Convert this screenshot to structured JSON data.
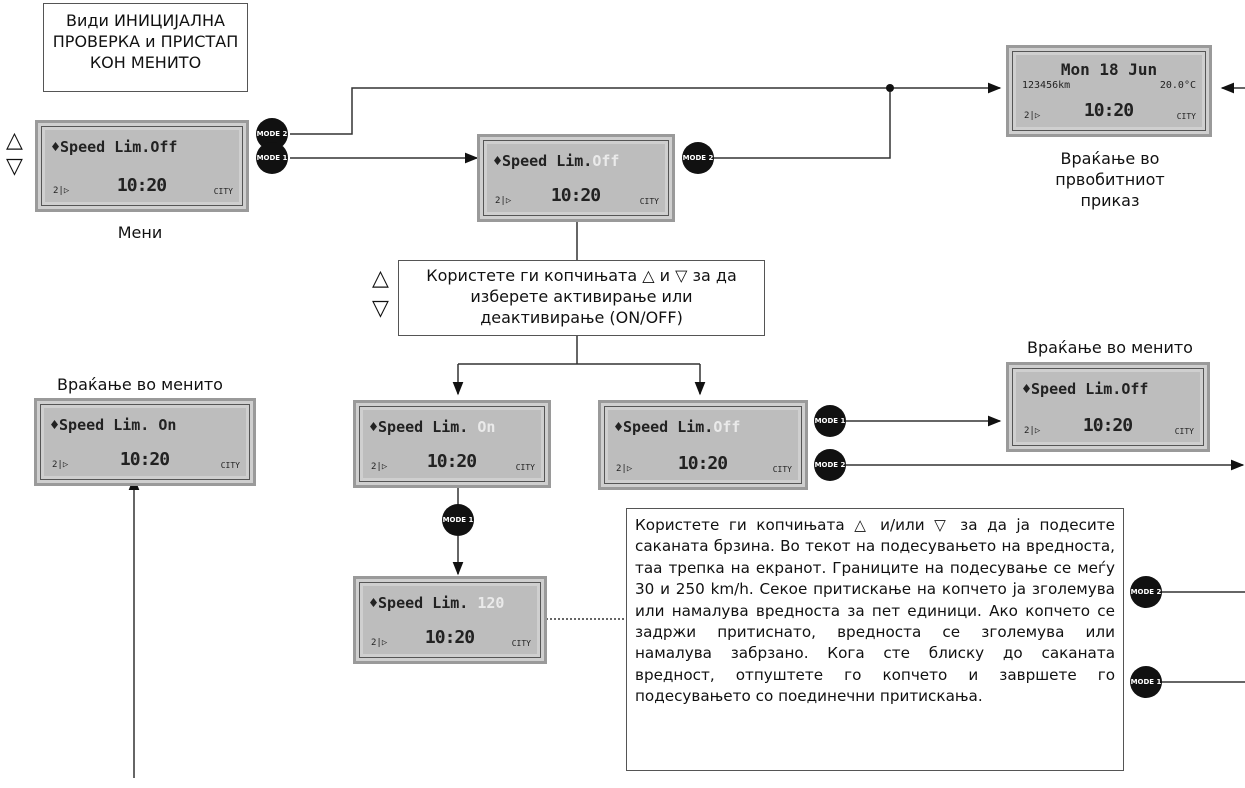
{
  "boxes": {
    "initial_check": "Види ИНИЦИЈАЛНА ПРОВЕРКА и ПРИСТАП КОН МЕНИТО",
    "use_buttons_onoff": "Користете ги копчињата △ и ▽ за да изберете активирање или деактивирање (ON/OFF)",
    "use_buttons_speed": "Користете ги копчињата △ и/или ▽ за да ја подесите саканата брзина. Во текот на подесувањето на вредноста, таа трепка на екранот. Границите на подесување се меѓу 30 и 250 km/h. Секое притискање на копчето ја зголемува или намалува вредноста за пет единици. Ако копчето се задржи притиснато, вредноста се зголемува или намалува забрзано. Кога сте блиску до саканата вредност, отпуштете го копчето и завршете го подесувањето со поединечни притискања."
  },
  "labels": {
    "menu": "Мени",
    "return_original": "Враќање во првобитниот приказ",
    "return_menu_right": "Враќање во менито",
    "return_menu_left": "Враќање во менито"
  },
  "displays": {
    "menu_off": {
      "label": "♦Speed Lim.",
      "value": "Off",
      "gear": "2|▷",
      "time": "10:20",
      "mode": "CITY"
    },
    "blink_off": {
      "label": "♦Speed Lim.",
      "value": "Off",
      "gear": "2|▷",
      "time": "10:20",
      "mode": "CITY"
    },
    "main": {
      "date": "Mon 18 Jun",
      "odo": "123456km",
      "temp": "20.0°C",
      "gear": "2|▷",
      "time": "10:20",
      "mode": "CITY"
    },
    "return_off": {
      "label": "♦Speed Lim.",
      "value": "Off",
      "gear": "2|▷",
      "time": "10:20",
      "mode": "CITY"
    },
    "on_left": {
      "label": "♦Speed Lim.",
      "value": "On",
      "gear": "2|▷",
      "time": "10:20",
      "mode": "CITY"
    },
    "blink_on": {
      "label": "♦Speed Lim.",
      "value": "On",
      "gear": "2|▷",
      "time": "10:20",
      "mode": "CITY"
    },
    "blink_off2": {
      "label": "♦Speed Lim.",
      "value": "Off",
      "gear": "2|▷",
      "time": "10:20",
      "mode": "CITY"
    },
    "speed_val": {
      "label": "♦Speed Lim.",
      "value": "120",
      "gear": "2|▷",
      "time": "10:20",
      "mode": "CITY"
    }
  },
  "buttons": {
    "mode_1": "MODE 1",
    "mode_2": "MODE 2"
  },
  "icons": {
    "up": "△",
    "down": "▽"
  }
}
